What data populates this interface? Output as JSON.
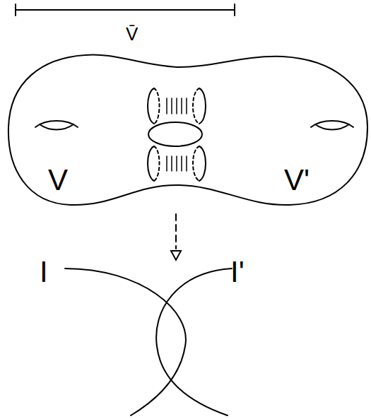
{
  "diagram": {
    "labels": [
      "V̄",
      "V",
      "V'",
      "I",
      "I'"
    ]
  }
}
